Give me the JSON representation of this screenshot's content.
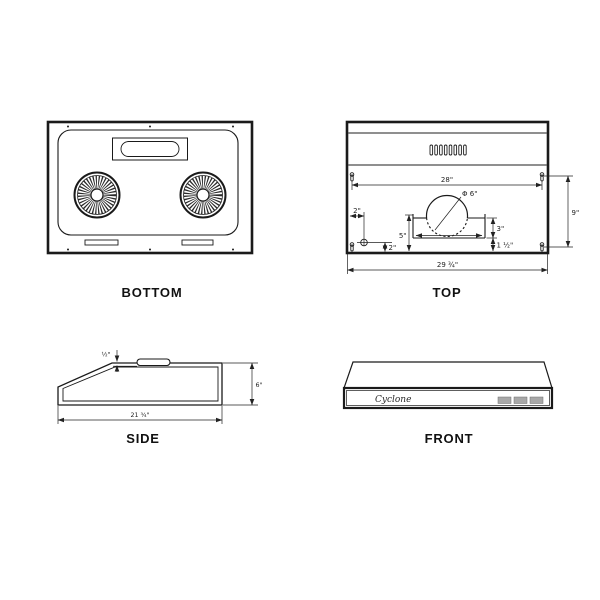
{
  "captions": {
    "bottom": "BOTTOM",
    "top": "TOP",
    "side": "SIDE",
    "front": "FRONT"
  },
  "top_view": {
    "dims": {
      "mount_spacing": "28\"",
      "overall_width": "29 ¾\"",
      "rear_depth": "9\"",
      "duct_diameter": "Φ 6\"",
      "damper_depth": "5\"",
      "damper_height": "3\"",
      "damper_to_edge": "1 ½\"",
      "hole_offset_x": "2\"",
      "hole_offset_y": "2\""
    }
  },
  "side_view": {
    "dims": {
      "lip_height": "½\"",
      "body_height": "6\"",
      "body_depth": "21 ¾\""
    }
  },
  "front_view": {
    "brand": "Cyclone"
  },
  "colors": {
    "line": "#1a1a1a",
    "dimension": "#222222",
    "button_fill": "#a8a8a8",
    "background": "#ffffff"
  }
}
